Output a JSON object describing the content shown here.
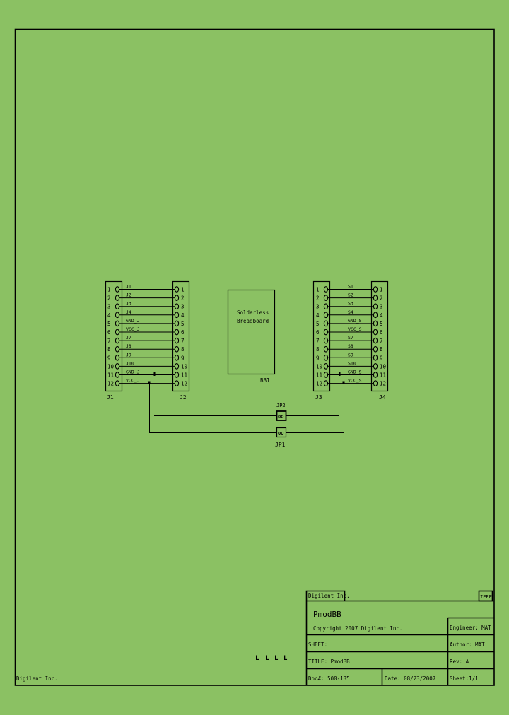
{
  "schematic": {
    "background_color": "#8bc163",
    "line_color": "#000000",
    "connectors": [
      {
        "ref": "J1",
        "pins": [
          "1",
          "2",
          "3",
          "4",
          "5",
          "6",
          "7",
          "8",
          "9",
          "10",
          "11",
          "12"
        ]
      },
      {
        "ref": "J2",
        "pins": [
          "1",
          "2",
          "3",
          "4",
          "5",
          "6",
          "7",
          "8",
          "9",
          "10",
          "11",
          "12"
        ]
      },
      {
        "ref": "J3",
        "pins": [
          "1",
          "2",
          "3",
          "4",
          "5",
          "6",
          "7",
          "8",
          "9",
          "10",
          "11",
          "12"
        ]
      },
      {
        "ref": "J4",
        "pins": [
          "1",
          "2",
          "3",
          "4",
          "5",
          "6",
          "7",
          "8",
          "9",
          "10",
          "11",
          "12"
        ]
      }
    ],
    "left_nets": [
      "J1",
      "J2",
      "J3",
      "J4",
      "GND_J",
      "VCC_J",
      "J7",
      "J8",
      "J9",
      "J10",
      "GND_J",
      "VCC_J"
    ],
    "right_nets": [
      "S1",
      "S2",
      "S3",
      "S4",
      "GND_S",
      "VCC_S",
      "S7",
      "S8",
      "S9",
      "S10",
      "GND_S",
      "VCC_S"
    ],
    "breadboard": {
      "line1": "Solderless",
      "line2": "Breadboard",
      "ref": "BB1"
    },
    "jumpers": [
      {
        "ref": "JP2",
        "pins": "oo"
      },
      {
        "ref": "JP1",
        "pins": "oo"
      }
    ],
    "corner_marks": [
      "L",
      "L",
      "L",
      "L"
    ],
    "bottom_left_company": "Digilent Inc."
  },
  "title_block": {
    "company": "Digilent Inc.",
    "standard": "IEEE",
    "project": "PmodBB",
    "copyright": "Copyright 2007 Digilent Inc.",
    "engineer": "Engineer: MAT",
    "sheet_label": "SHEET:",
    "author": "Author:  MAT",
    "title": "TITLE: PmodBB",
    "rev": "Rev:  A",
    "doc": "Doc#:   500-135",
    "date": "Date: 08/23/2007",
    "sheet_num": "Sheet:1/1"
  }
}
